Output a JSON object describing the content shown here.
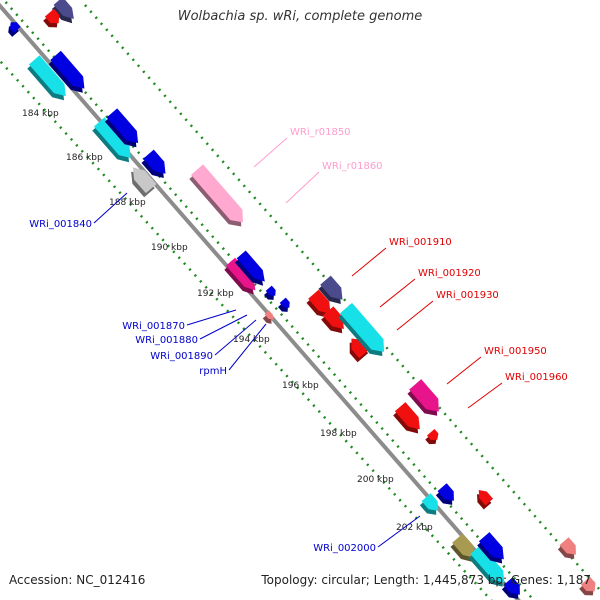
{
  "map": {
    "title": "Wolbachia sp. wRi, complete genome",
    "accession": "Accession: NC_012416",
    "summary": "Topology: circular; Length: 1,445,873 bp; Genes: 1,187"
  },
  "colors": {
    "backbone": "#8c8c8c",
    "track_dots": "#1f8a1f",
    "minus_strand_label": "#0000cc",
    "plus_strand_label": "#e00000",
    "rna_label": "#ff9ccc",
    "blue_gene": "#0000e0",
    "cyan_gene": "#18e0e8",
    "red_gene": "#f01010",
    "magenta_gene": "#e8148c",
    "slate_gene": "#4a4a8c",
    "pink_gene": "#ffa8d0",
    "gray_gene": "#c8c8c8",
    "olive_gene": "#a89a50",
    "salmon_gene": "#f08080"
  },
  "scale_ticks": [
    {
      "label": "184 kbp"
    },
    {
      "label": "186 kbp"
    },
    {
      "label": "188 kbp"
    },
    {
      "label": "190 kbp"
    },
    {
      "label": "192 kbp"
    },
    {
      "label": "194 kbp"
    },
    {
      "label": "196 kbp"
    },
    {
      "label": "198 kbp"
    },
    {
      "label": "200 kbp"
    },
    {
      "label": "202 kbp"
    }
  ],
  "gene_labels": [
    {
      "text": "WRi_r01850",
      "strand": "rna"
    },
    {
      "text": "WRi_r01860",
      "strand": "rna"
    },
    {
      "text": "WRi_001840",
      "strand": "minus"
    },
    {
      "text": "WRi_001910",
      "strand": "plus"
    },
    {
      "text": "WRi_001920",
      "strand": "plus"
    },
    {
      "text": "WRi_001930",
      "strand": "plus"
    },
    {
      "text": "WRi_001870",
      "strand": "minus"
    },
    {
      "text": "WRi_001880",
      "strand": "minus"
    },
    {
      "text": "WRi_001890",
      "strand": "minus"
    },
    {
      "text": "rpmH",
      "strand": "minus"
    },
    {
      "text": "WRi_001950",
      "strand": "plus"
    },
    {
      "text": "WRi_001960",
      "strand": "plus"
    },
    {
      "text": "WRi_002000",
      "strand": "minus"
    }
  ]
}
